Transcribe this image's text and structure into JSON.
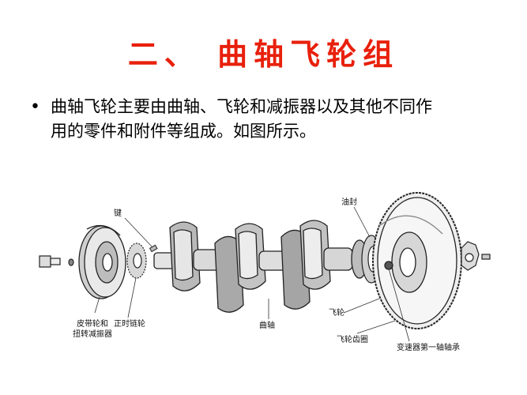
{
  "slide": {
    "title": "二、 曲轴飞轮组",
    "bullet_marker": "•",
    "bullet_line1": "曲轴飞轮主要由曲轴、飞轮和减振器以及其他不同作",
    "bullet_line2": "用的零件和附件等组成。如图所示。"
  },
  "diagram_labels": {
    "key": "键",
    "oil_seal": "油封",
    "pulley_line1": "皮带轮和",
    "pulley_line2": "扭转减振器",
    "timing_sprocket": "正时链轮",
    "crankshaft": "曲轴",
    "flywheel": "飞轮",
    "ring_gear": "飞轮齿圈",
    "bearing": "变速器第一轴轴承"
  }
}
